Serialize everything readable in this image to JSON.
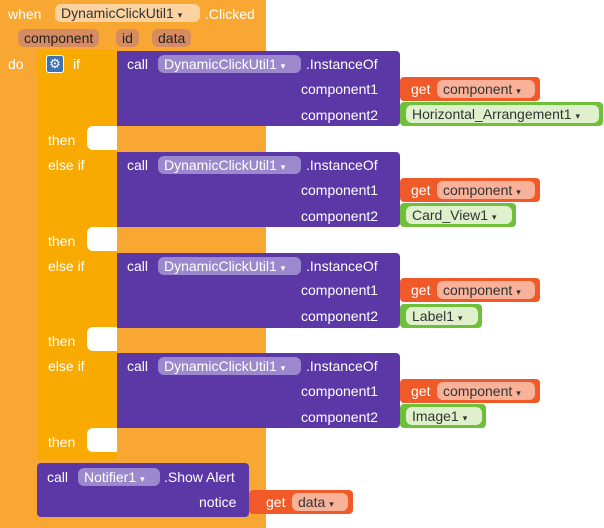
{
  "event": {
    "when": "when",
    "component": "DynamicClickUtil1",
    "event_name": ".Clicked",
    "params": [
      "component",
      "id",
      "data"
    ],
    "do": "do"
  },
  "ifblock": {
    "if": "if",
    "then": "then",
    "elseif": "else if"
  },
  "calls": [
    {
      "call": "call",
      "component": "DynamicClickUtil1",
      "method": ".InstanceOf",
      "arg1": "component1",
      "arg2": "component2",
      "get": "get",
      "getvar": "component",
      "target": "Horizontal_Arrangement1"
    },
    {
      "call": "call",
      "component": "DynamicClickUtil1",
      "method": ".InstanceOf",
      "arg1": "component1",
      "arg2": "component2",
      "get": "get",
      "getvar": "component",
      "target": "Card_View1"
    },
    {
      "call": "call",
      "component": "DynamicClickUtil1",
      "method": ".InstanceOf",
      "arg1": "component1",
      "arg2": "component2",
      "get": "get",
      "getvar": "component",
      "target": "Label1"
    },
    {
      "call": "call",
      "component": "DynamicClickUtil1",
      "method": ".InstanceOf",
      "arg1": "component1",
      "arg2": "component2",
      "get": "get",
      "getvar": "component",
      "target": "Image1"
    }
  ],
  "notifier": {
    "call": "call",
    "component": "Notifier1",
    "method": ".Show Alert",
    "arg": "notice",
    "get": "get",
    "getvar": "data"
  },
  "colors": {
    "event": "#f8a832",
    "control": "#f8aa00",
    "procedure": "#5c38a6",
    "variable": "#f05a28",
    "component": "#6fbf3b"
  }
}
